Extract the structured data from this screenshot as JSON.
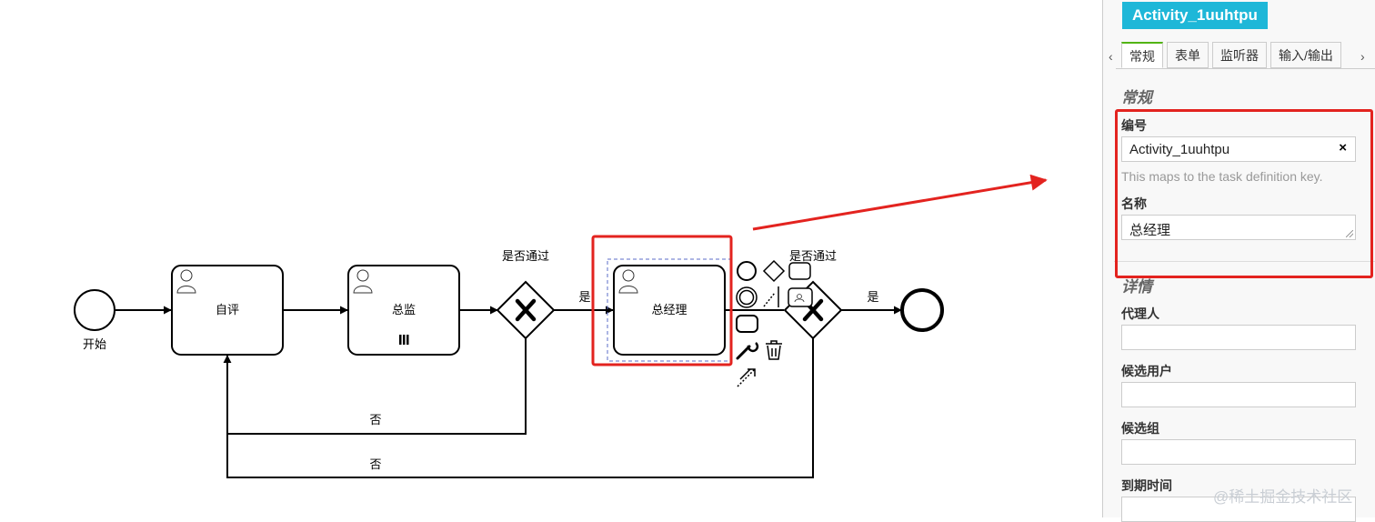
{
  "diagram": {
    "start_label": "开始",
    "tasks": [
      {
        "label": "自评"
      },
      {
        "label": "总监"
      },
      {
        "label": "总经理"
      }
    ],
    "gateway1_label": "是否通过",
    "gateway2_label": "是否通过",
    "flow_labels": {
      "yes_to_manager": "是",
      "yes_to_end": "是",
      "no_return_1": "否",
      "no_return_2": "否"
    }
  },
  "panel": {
    "title": "Activity_1uuhtpu",
    "tabs": [
      "常规",
      "表单",
      "监听器",
      "输入/输出"
    ],
    "tab_prev": "‹",
    "tab_next": "›",
    "general_group_title": "常规",
    "id_label": "编号",
    "id_value": "Activity_1uuhtpu",
    "id_clear": "×",
    "id_hint": "This maps to the task definition key.",
    "name_label": "名称",
    "name_value": "总经理",
    "details_group_title": "详情",
    "assignee_label": "代理人",
    "candidate_users_label": "候选用户",
    "candidate_groups_label": "候选组",
    "due_date_label": "到期时间"
  },
  "watermark": "@稀土掘金技术社区",
  "colors": {
    "panel_title_bg": "#1eb7d8",
    "highlight_red": "#e3231f",
    "active_tab_accent": "#52b415",
    "selection_blue": "#5b6cc8"
  }
}
